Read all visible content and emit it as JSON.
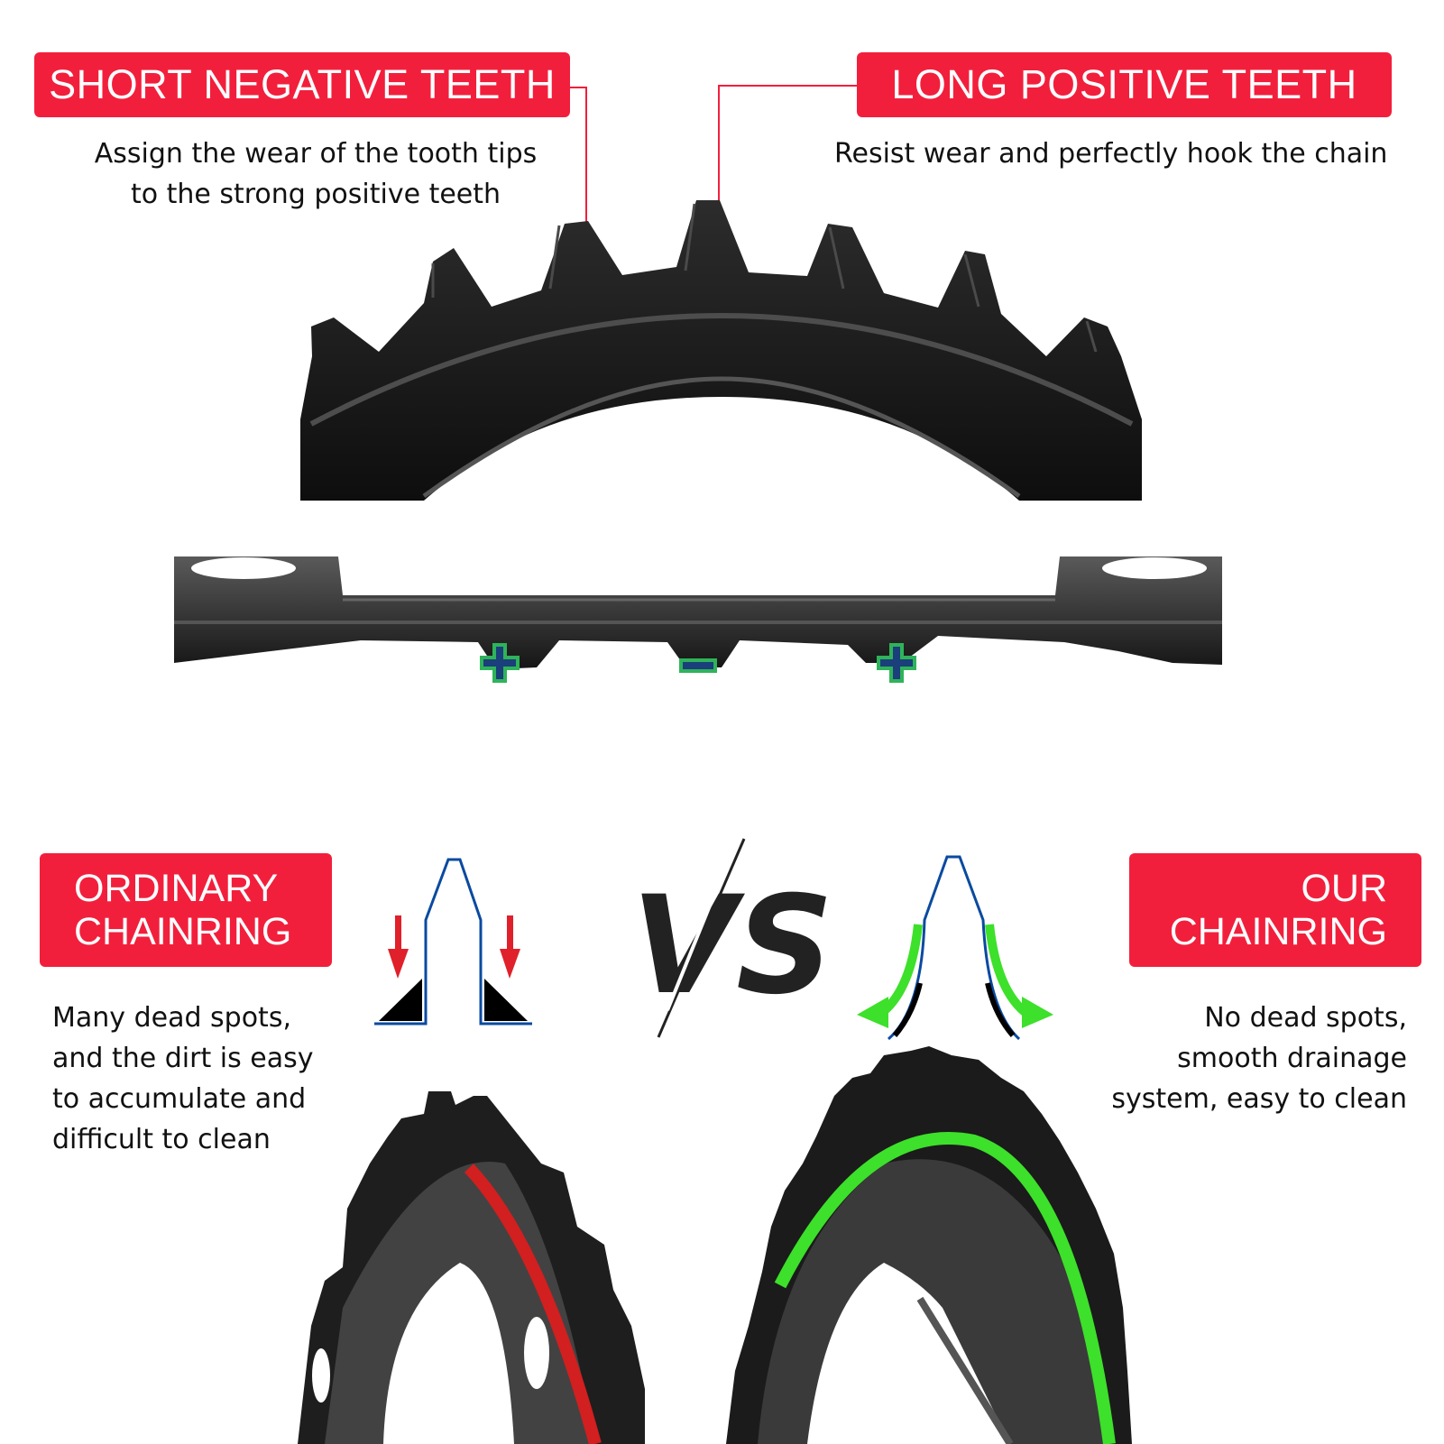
{
  "top_left": {
    "title": "SHORT NEGATIVE TEETH",
    "lines": [
      "Assign the wear of the tooth tips",
      "to the strong positive teeth"
    ]
  },
  "top_right": {
    "title": "LONG POSITIVE TEETH",
    "lines": [
      "Resist wear and perfectly hook the chain"
    ]
  },
  "bottom_left": {
    "title_lines": [
      "ORDINARY",
      "CHAINRING"
    ],
    "lines": [
      "Many dead spots,",
      "and the dirt is easy",
      "to accumulate and",
      "difficult to clean"
    ]
  },
  "bottom_right": {
    "title_lines": [
      "OUR",
      "CHAINRING"
    ],
    "lines": [
      "No dead spots,",
      "smooth drainage",
      "system, easy to clean"
    ]
  },
  "vs_text": "VS",
  "colors": {
    "label_red": "#f21f3c",
    "ordinary_highlight": "#d21f1f",
    "ours_highlight": "#3de02a",
    "metal_dark": "#1b1b1b",
    "metal_mid": "#3a3a3a",
    "profile_blue": "#0a4aa0",
    "marker_green": "#2fb35a"
  },
  "icons": [
    "plus-marker-icon",
    "minus-marker-icon",
    "down-arrow-icon",
    "curved-arrow-icon"
  ]
}
